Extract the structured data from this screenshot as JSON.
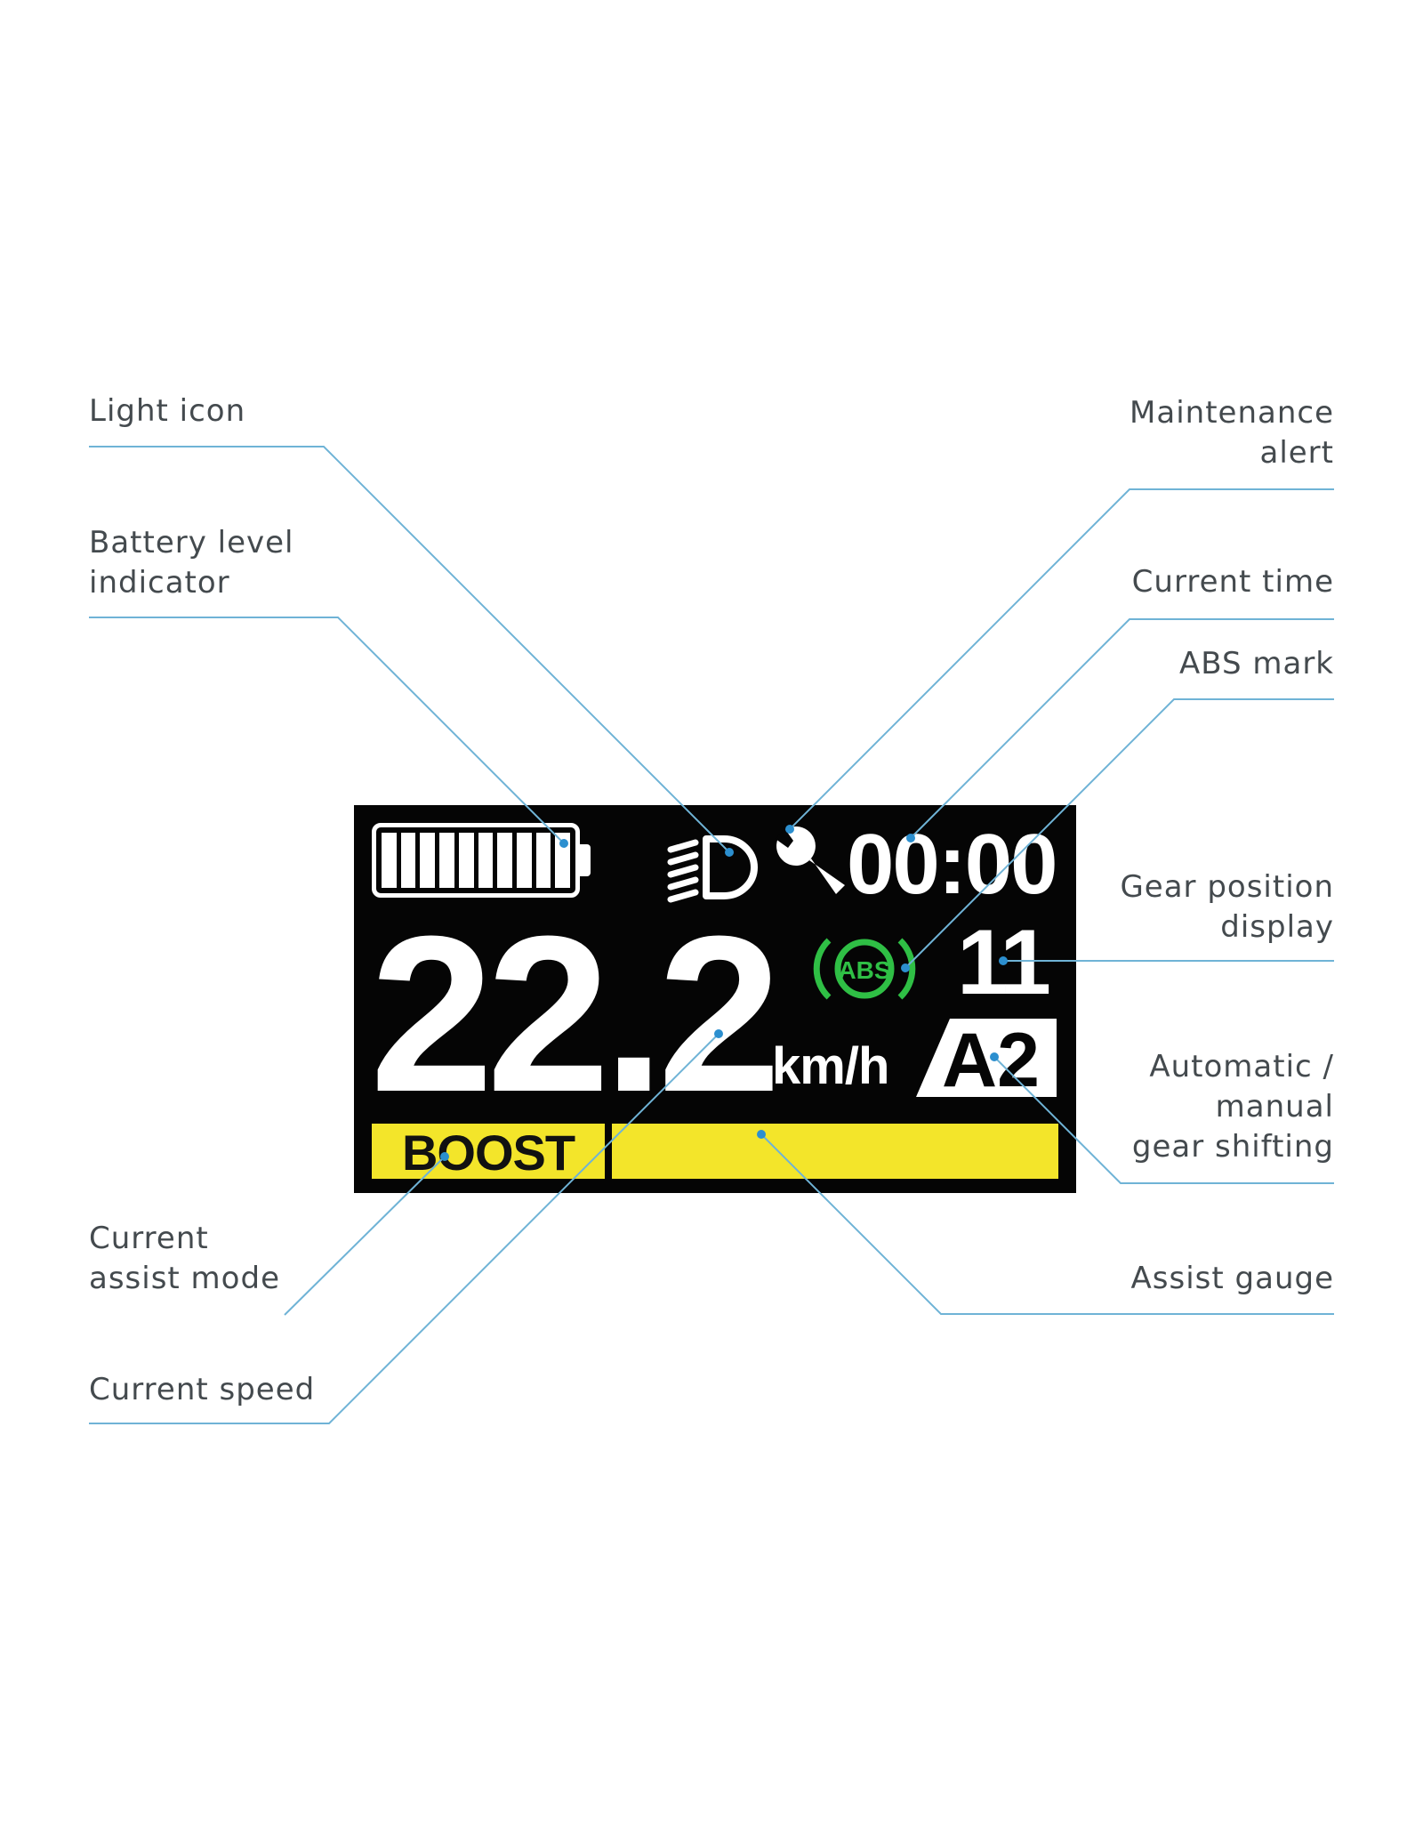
{
  "labels": {
    "light_icon": [
      "Light icon"
    ],
    "battery_level": [
      "Battery level",
      "indicator"
    ],
    "current_assist_mode": [
      "Current",
      "assist mode"
    ],
    "current_speed": [
      "Current speed"
    ],
    "maintenance_alert": [
      "Maintenance",
      "alert"
    ],
    "current_time": [
      "Current time"
    ],
    "abs_mark": [
      "ABS mark"
    ],
    "gear_position": [
      "Gear position",
      "display"
    ],
    "gear_shifting": [
      "Automatic /",
      "manual",
      "gear shifting"
    ],
    "assist_gauge": [
      "Assist gauge"
    ]
  },
  "display": {
    "time": "00:00",
    "speed": "22.2",
    "unit": "km/h",
    "gear": "11",
    "shift_mode": "A2",
    "abs": "ABS",
    "assist_mode": "BOOST",
    "battery_cells": 10,
    "assist_level": 1.0
  },
  "colors": {
    "display_bg": "#050505",
    "gauge_yellow": "#f3e52a",
    "abs_green": "#2fbf45",
    "leader_line": "#6fb3d6",
    "label_text": "#444a4e"
  },
  "icons": [
    "battery-icon",
    "headlight-icon",
    "wrench-icon",
    "abs-icon"
  ]
}
